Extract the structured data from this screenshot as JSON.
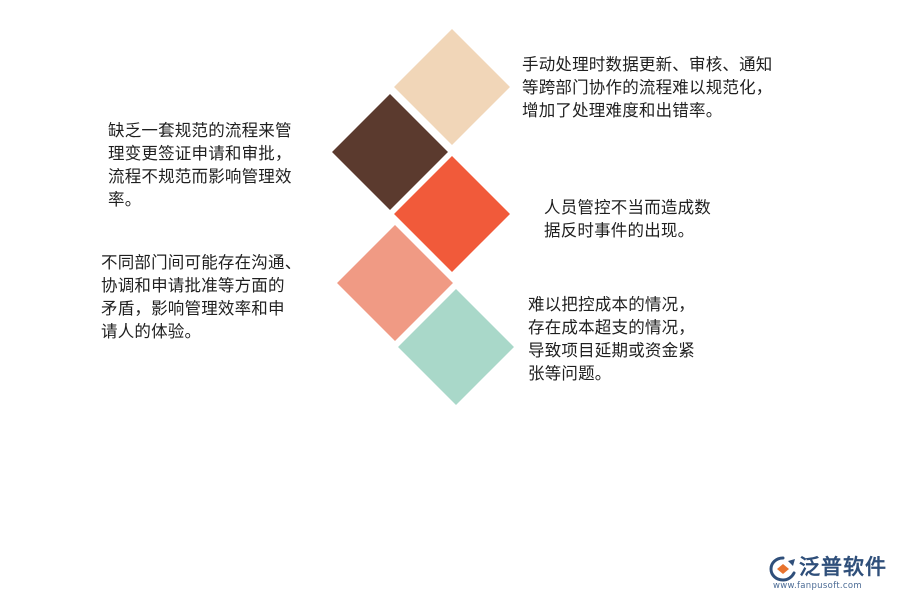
{
  "diamonds": [
    {
      "id": "d1",
      "color": "#F1D6B8"
    },
    {
      "id": "d2",
      "color": "#5B3A2E"
    },
    {
      "id": "d3",
      "color": "#F15A3A"
    },
    {
      "id": "d4",
      "color": "#F09A84"
    },
    {
      "id": "d5",
      "color": "#A9D8C9"
    }
  ],
  "texts": {
    "t1": [
      "手动处理时数据更新、审核、通知",
      "等跨部门协作的流程难以规范化，",
      "增加了处理难度和出错率。"
    ],
    "t2": [
      "缺乏一套规范的流程来管",
      "理变更签证申请和审批，",
      "流程不规范而影响管理效",
      "率。"
    ],
    "t3": [
      "人员管控不当而造成数",
      "据反时事件的出现。"
    ],
    "t4": [
      "不同部门间可能存在沟通、",
      "协调和申请批准等方面的",
      "矛盾，影响管理效率和申",
      "请人的体验。"
    ],
    "t5": [
      "难以把控成本的情况，",
      "存在成本超支的情况，",
      "导致项目延期或资金紧",
      "张等问题。"
    ]
  },
  "logo": {
    "name": "泛普软件",
    "url": "www.fanpusoft.com",
    "icon": "fanpu-logo-icon",
    "color": "#2F4F7A"
  }
}
